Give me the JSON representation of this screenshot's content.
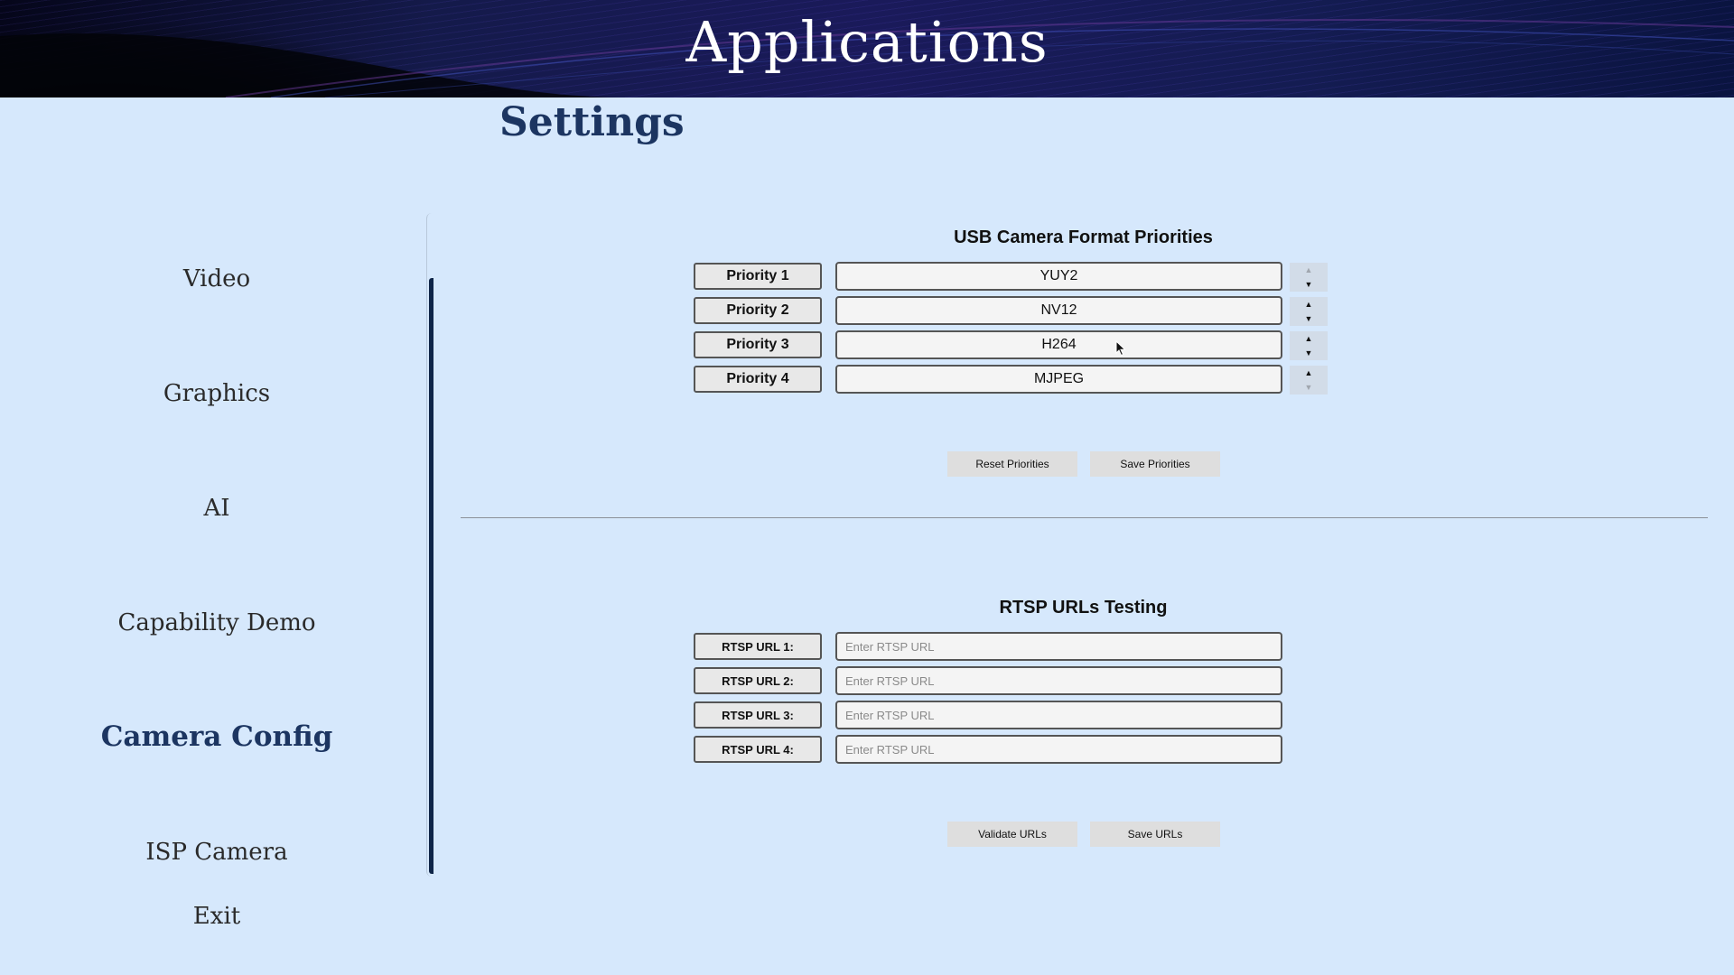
{
  "header": {
    "title": "Applications"
  },
  "page": {
    "title": "Settings"
  },
  "sidebar": {
    "items": [
      {
        "label": "Video",
        "active": false
      },
      {
        "label": "Graphics",
        "active": false
      },
      {
        "label": "AI",
        "active": false
      },
      {
        "label": "Capability Demo",
        "active": false
      },
      {
        "label": "Camera Config",
        "active": true
      },
      {
        "label": "ISP Camera",
        "active": false
      },
      {
        "label": "Exit",
        "active": false
      }
    ]
  },
  "usb_priorities": {
    "title": "USB Camera Format Priorities",
    "rows": [
      {
        "label": "Priority 1",
        "value": "YUY2",
        "up_enabled": false,
        "down_enabled": true
      },
      {
        "label": "Priority 2",
        "value": "NV12",
        "up_enabled": true,
        "down_enabled": true
      },
      {
        "label": "Priority 3",
        "value": "H264",
        "up_enabled": true,
        "down_enabled": true
      },
      {
        "label": "Priority 4",
        "value": "MJPEG",
        "up_enabled": true,
        "down_enabled": false
      }
    ],
    "up_icon": "triangle-up-icon",
    "down_icon": "triangle-down-icon",
    "reset_label": "Reset Priorities",
    "save_label": "Save Priorities"
  },
  "rtsp": {
    "title": "RTSP URLs Testing",
    "rows": [
      {
        "label": "RTSP URL 1:",
        "value": "",
        "placeholder": "Enter RTSP URL"
      },
      {
        "label": "RTSP URL 2:",
        "value": "",
        "placeholder": "Enter RTSP URL"
      },
      {
        "label": "RTSP URL 3:",
        "value": "",
        "placeholder": "Enter RTSP URL"
      },
      {
        "label": "RTSP URL 4:",
        "value": "",
        "placeholder": "Enter RTSP URL"
      }
    ],
    "validate_label": "Validate URLs",
    "save_label": "Save URLs"
  },
  "colors": {
    "background": "#d6e8fc",
    "accent": "#1c3561",
    "indicator": "#0f2548"
  }
}
